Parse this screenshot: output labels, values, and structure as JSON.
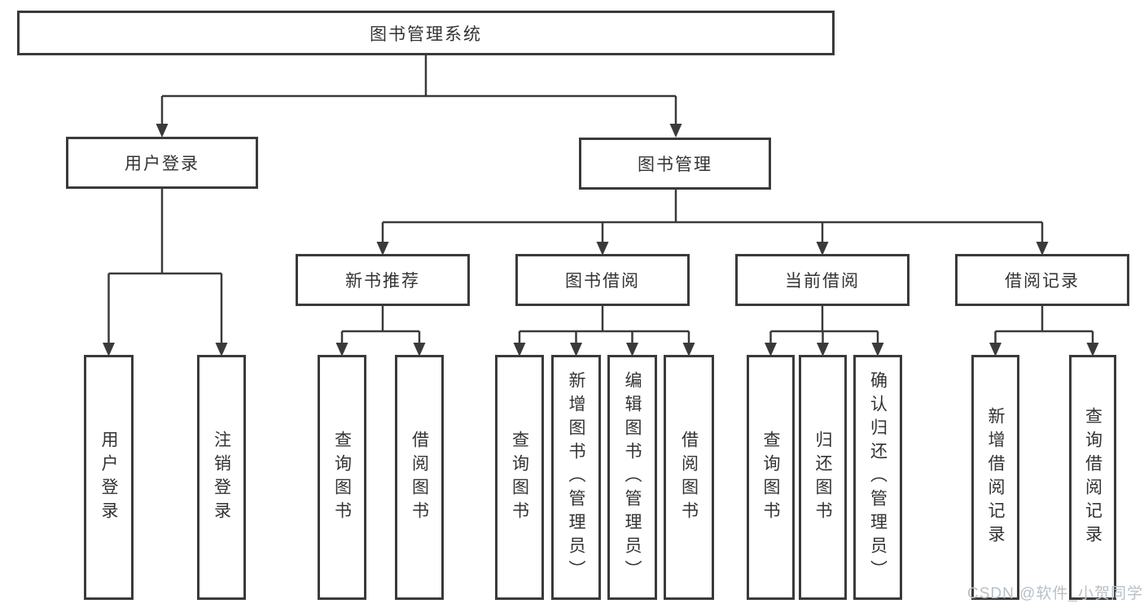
{
  "diagram": {
    "root": {
      "label": "图书管理系统"
    },
    "branches": [
      {
        "label": "用户登录",
        "children": [
          {
            "label": "用户登录"
          },
          {
            "label": "注销登录"
          }
        ]
      },
      {
        "label": "图书管理",
        "children": [
          {
            "label": "新书推荐",
            "children": [
              {
                "label": "查询图书"
              },
              {
                "label": "借阅图书"
              }
            ]
          },
          {
            "label": "图书借阅",
            "children": [
              {
                "label": "查询图书"
              },
              {
                "label": "新增图书（管理员）"
              },
              {
                "label": "编辑图书（管理员）"
              },
              {
                "label": "借阅图书"
              }
            ]
          },
          {
            "label": "当前借阅",
            "children": [
              {
                "label": "查询图书"
              },
              {
                "label": "归还图书"
              },
              {
                "label": "确认归还（管理员）"
              }
            ]
          },
          {
            "label": "借阅记录",
            "children": [
              {
                "label": "新增借阅记录"
              },
              {
                "label": "查询借阅记录"
              }
            ]
          }
        ]
      }
    ]
  },
  "watermark": {
    "text": "CSDN @软件_小贺同学",
    "color": "#b9c0c6"
  },
  "colors": {
    "line": "#3a3a3a",
    "text": "#333333",
    "background": "#ffffff"
  }
}
